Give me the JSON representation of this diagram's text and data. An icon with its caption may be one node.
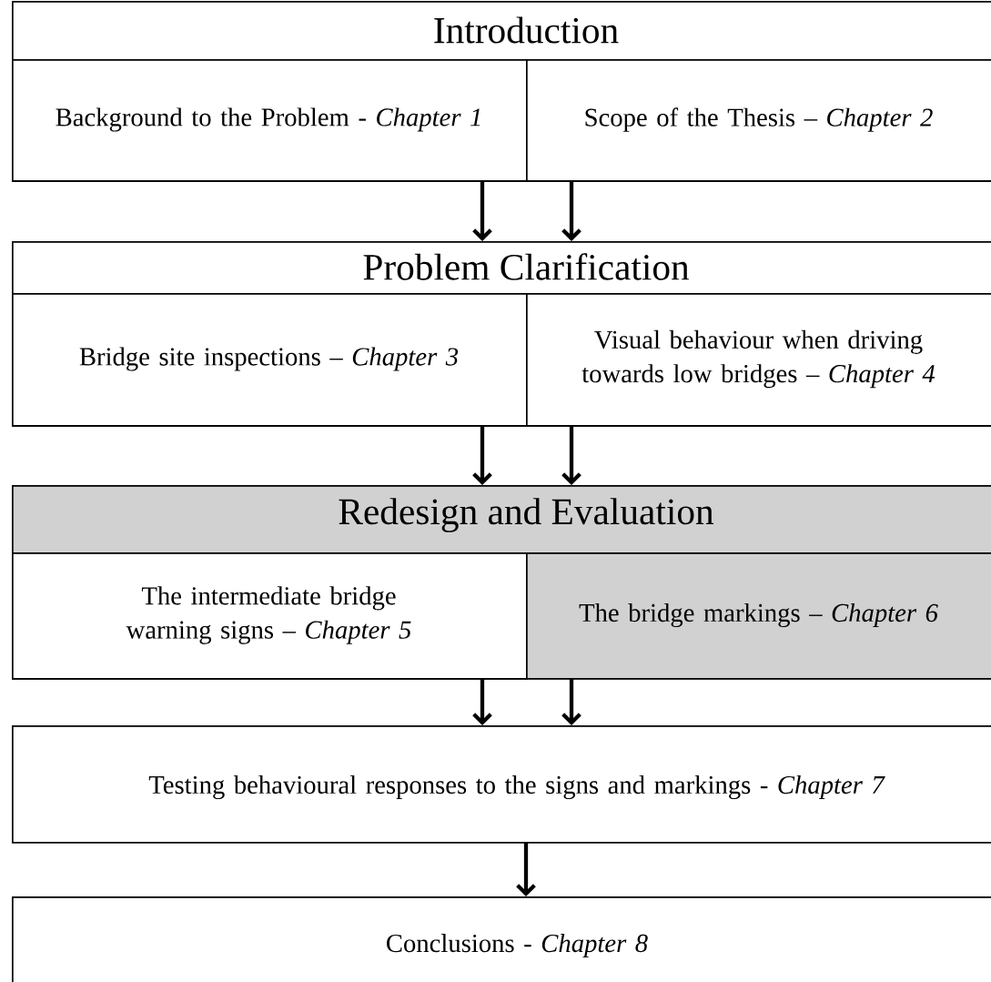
{
  "diagram": {
    "nodes": [
      {
        "text": [
          "Introduction"
        ]
      },
      {
        "text": [
          "Background to the Problem - *Chapter 1*"
        ],
        "in": 0
      },
      {
        "text": [
          "Scope of the Thesis – *Chapter 2*"
        ],
        "in": 0
      },
      {
        "text": [
          "Problem Clarification"
        ]
      },
      {
        "text": [
          "Bridge site inspections – *Chapter 3*"
        ],
        "in": 3
      },
      {
        "text": [
          "Visual behaviour when driving towards low bridges – *Chapter 4*"
        ],
        "in": 3
      },
      {
        "text": [
          "Redesign and Evaluation"
        ]
      },
      {
        "text": [
          "The intermediate bridge warning signs – *Chapter 5*"
        ],
        "in": 6
      },
      {
        "text": [
          "The bridge markings – *Chapter 6*"
        ],
        "in": 6
      },
      {
        "text": [
          "Testing behavioural responses to the signs and markings - *Chapter 7*"
        ]
      },
      {
        "text": [
          "Conclusions - *Chapter 8*"
        ]
      }
    ],
    "edges": [
      {
        "from": 1,
        "to": 3,
        "arrow": "to"
      },
      {
        "from": 2,
        "to": 3,
        "arrow": "to"
      },
      {
        "from": 4,
        "to": 6,
        "arrow": "to"
      },
      {
        "from": 5,
        "to": 6,
        "arrow": "to"
      },
      {
        "from": 7,
        "to": 9,
        "arrow": "to"
      },
      {
        "from": 8,
        "to": 9,
        "arrow": "to"
      },
      {
        "from": 9,
        "to": 10,
        "arrow": "to"
      }
    ]
  }
}
